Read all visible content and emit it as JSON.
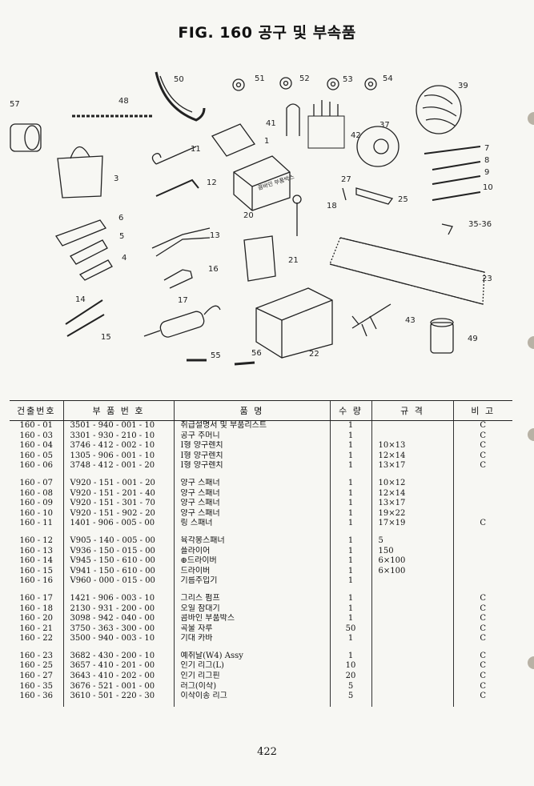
{
  "title": "FIG. 160 공구 및 부속품",
  "diagram": {
    "labels": [
      "50",
      "51",
      "52",
      "53",
      "54",
      "48",
      "57",
      "39",
      "41",
      "1",
      "42",
      "37",
      "11",
      "7",
      "8",
      "9",
      "10",
      "3",
      "12",
      "20",
      "27",
      "25",
      "18",
      "6",
      "5",
      "13",
      "35-36",
      "4",
      "21",
      "16",
      "23",
      "14",
      "17",
      "15",
      "43",
      "49",
      "55",
      "56",
      "22"
    ],
    "box_text": "콤바인 부품박스"
  },
  "table": {
    "headers": [
      "건출번호",
      "부 품 번 호",
      "품 명",
      "수 량",
      "규 격",
      "비 고"
    ],
    "groups": [
      [
        [
          "160 - 01",
          "3501 - 940 - 001 - 10",
          "취급설명서 및 부품리스트",
          "1",
          "",
          "C"
        ],
        [
          "160 - 03",
          "3301 - 930 - 210 - 10",
          "공구 주머니",
          "1",
          "",
          "C"
        ],
        [
          "160 - 04",
          "3746 - 412 - 002 - 10",
          "I형 양구렌치",
          "1",
          "10×13",
          "C"
        ],
        [
          "160 - 05",
          "1305 - 906 - 001 - 10",
          "I형 양구렌치",
          "1",
          "12×14",
          "C"
        ],
        [
          "160 - 06",
          "3748 - 412 - 001 - 20",
          "I형 양구렌치",
          "1",
          "13×17",
          "C"
        ]
      ],
      [
        [
          "160 - 07",
          "V920 - 151 - 001 - 20",
          "양구 스패너",
          "1",
          "10×12",
          ""
        ],
        [
          "160 - 08",
          "V920 - 151 - 201 - 40",
          "양구 스패너",
          "1",
          "12×14",
          ""
        ],
        [
          "160 - 09",
          "V920 - 151 - 301 - 70",
          "양구 스패너",
          "1",
          "13×17",
          ""
        ],
        [
          "160 - 10",
          "V920 - 151 - 902 - 20",
          "양구 스패너",
          "1",
          "19×22",
          ""
        ],
        [
          "160 - 11",
          "1401 - 906 - 005 - 00",
          "링 스패너",
          "1",
          "17×19",
          "C"
        ]
      ],
      [
        [
          "160 - 12",
          "V905 - 140 - 005 - 00",
          "육각봉스패너",
          "1",
          "5",
          ""
        ],
        [
          "160 - 13",
          "V936 - 150 - 015 - 00",
          "플라이어",
          "1",
          "150",
          ""
        ],
        [
          "160 - 14",
          "V945 - 150 - 610 - 00",
          "⊕드라이버",
          "1",
          "6×100",
          ""
        ],
        [
          "160 - 15",
          "V941 - 150 - 610 - 00",
          "드라이버",
          "1",
          "6×100",
          ""
        ],
        [
          "160 - 16",
          "V960 - 000 - 015 - 00",
          "기름주입기",
          "1",
          "",
          ""
        ]
      ],
      [
        [
          "160 - 17",
          "1421 - 906 - 003 - 10",
          "그리스 펌프",
          "1",
          "",
          "C"
        ],
        [
          "160 - 18",
          "2130 - 931 - 200 - 00",
          "오일 잠대기",
          "1",
          "",
          "C"
        ],
        [
          "160 - 20",
          "3098 - 942 - 040 - 00",
          "콤바인 부품박스",
          "1",
          "",
          "C"
        ],
        [
          "160 - 21",
          "3750 - 363 - 300 - 00",
          "곡물 자루",
          "50",
          "",
          "C"
        ],
        [
          "160 - 22",
          "3500 - 940 - 003 - 10",
          "기대 카바",
          "1",
          "",
          "C"
        ]
      ],
      [
        [
          "160 - 23",
          "3682 - 430 - 200 - 10",
          "예취날(W4) Assy",
          "1",
          "",
          "C"
        ],
        [
          "160 - 25",
          "3657 - 410 - 201 - 00",
          "인기 리그(L)",
          "10",
          "",
          "C"
        ],
        [
          "160 - 27",
          "3643 - 410 - 202 - 00",
          "인기 리그핀",
          "20",
          "",
          "C"
        ],
        [
          "160 - 35",
          "3676 - 521 - 001 - 00",
          "러그(이삭)",
          "5",
          "",
          "C"
        ],
        [
          "160 - 36",
          "3610 - 501 - 220 - 30",
          "이삭이송 리그",
          "5",
          "",
          "C"
        ]
      ]
    ]
  },
  "page_number": "422"
}
